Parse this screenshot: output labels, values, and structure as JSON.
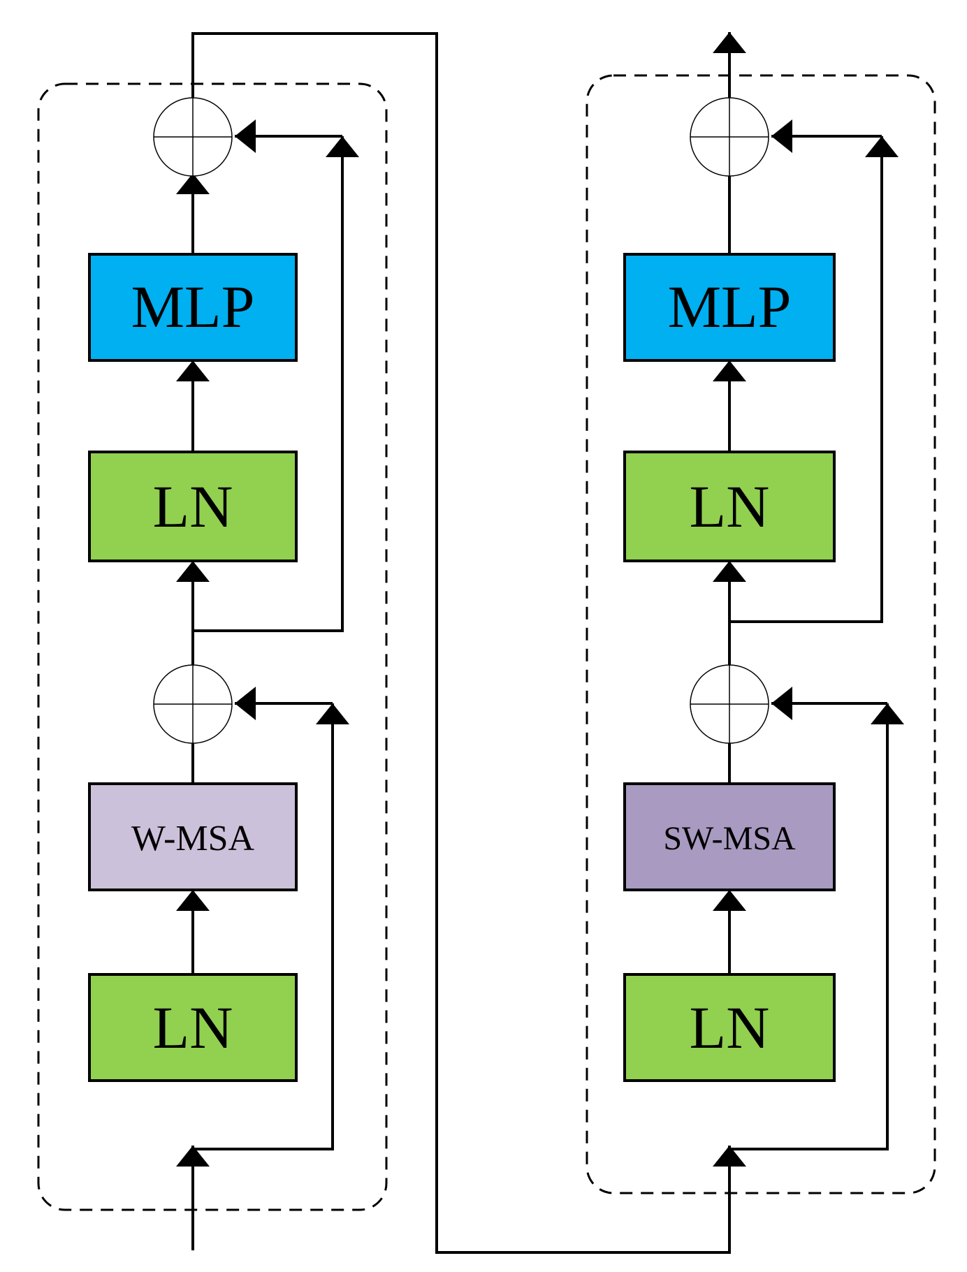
{
  "colors": {
    "mlp": "#00b0f0",
    "ln": "#92d050",
    "w_msa": "#ccc1da",
    "sw_msa": "#a89ac0",
    "stroke": "#000000"
  },
  "left_block": {
    "bottom_ln": {
      "label": "LN"
    },
    "attention": {
      "label": "W-MSA"
    },
    "top_ln": {
      "label": "LN"
    },
    "mlp": {
      "label": "MLP"
    }
  },
  "right_block": {
    "bottom_ln": {
      "label": "LN"
    },
    "attention": {
      "label": "SW-MSA"
    },
    "top_ln": {
      "label": "LN"
    },
    "mlp": {
      "label": "MLP"
    }
  }
}
